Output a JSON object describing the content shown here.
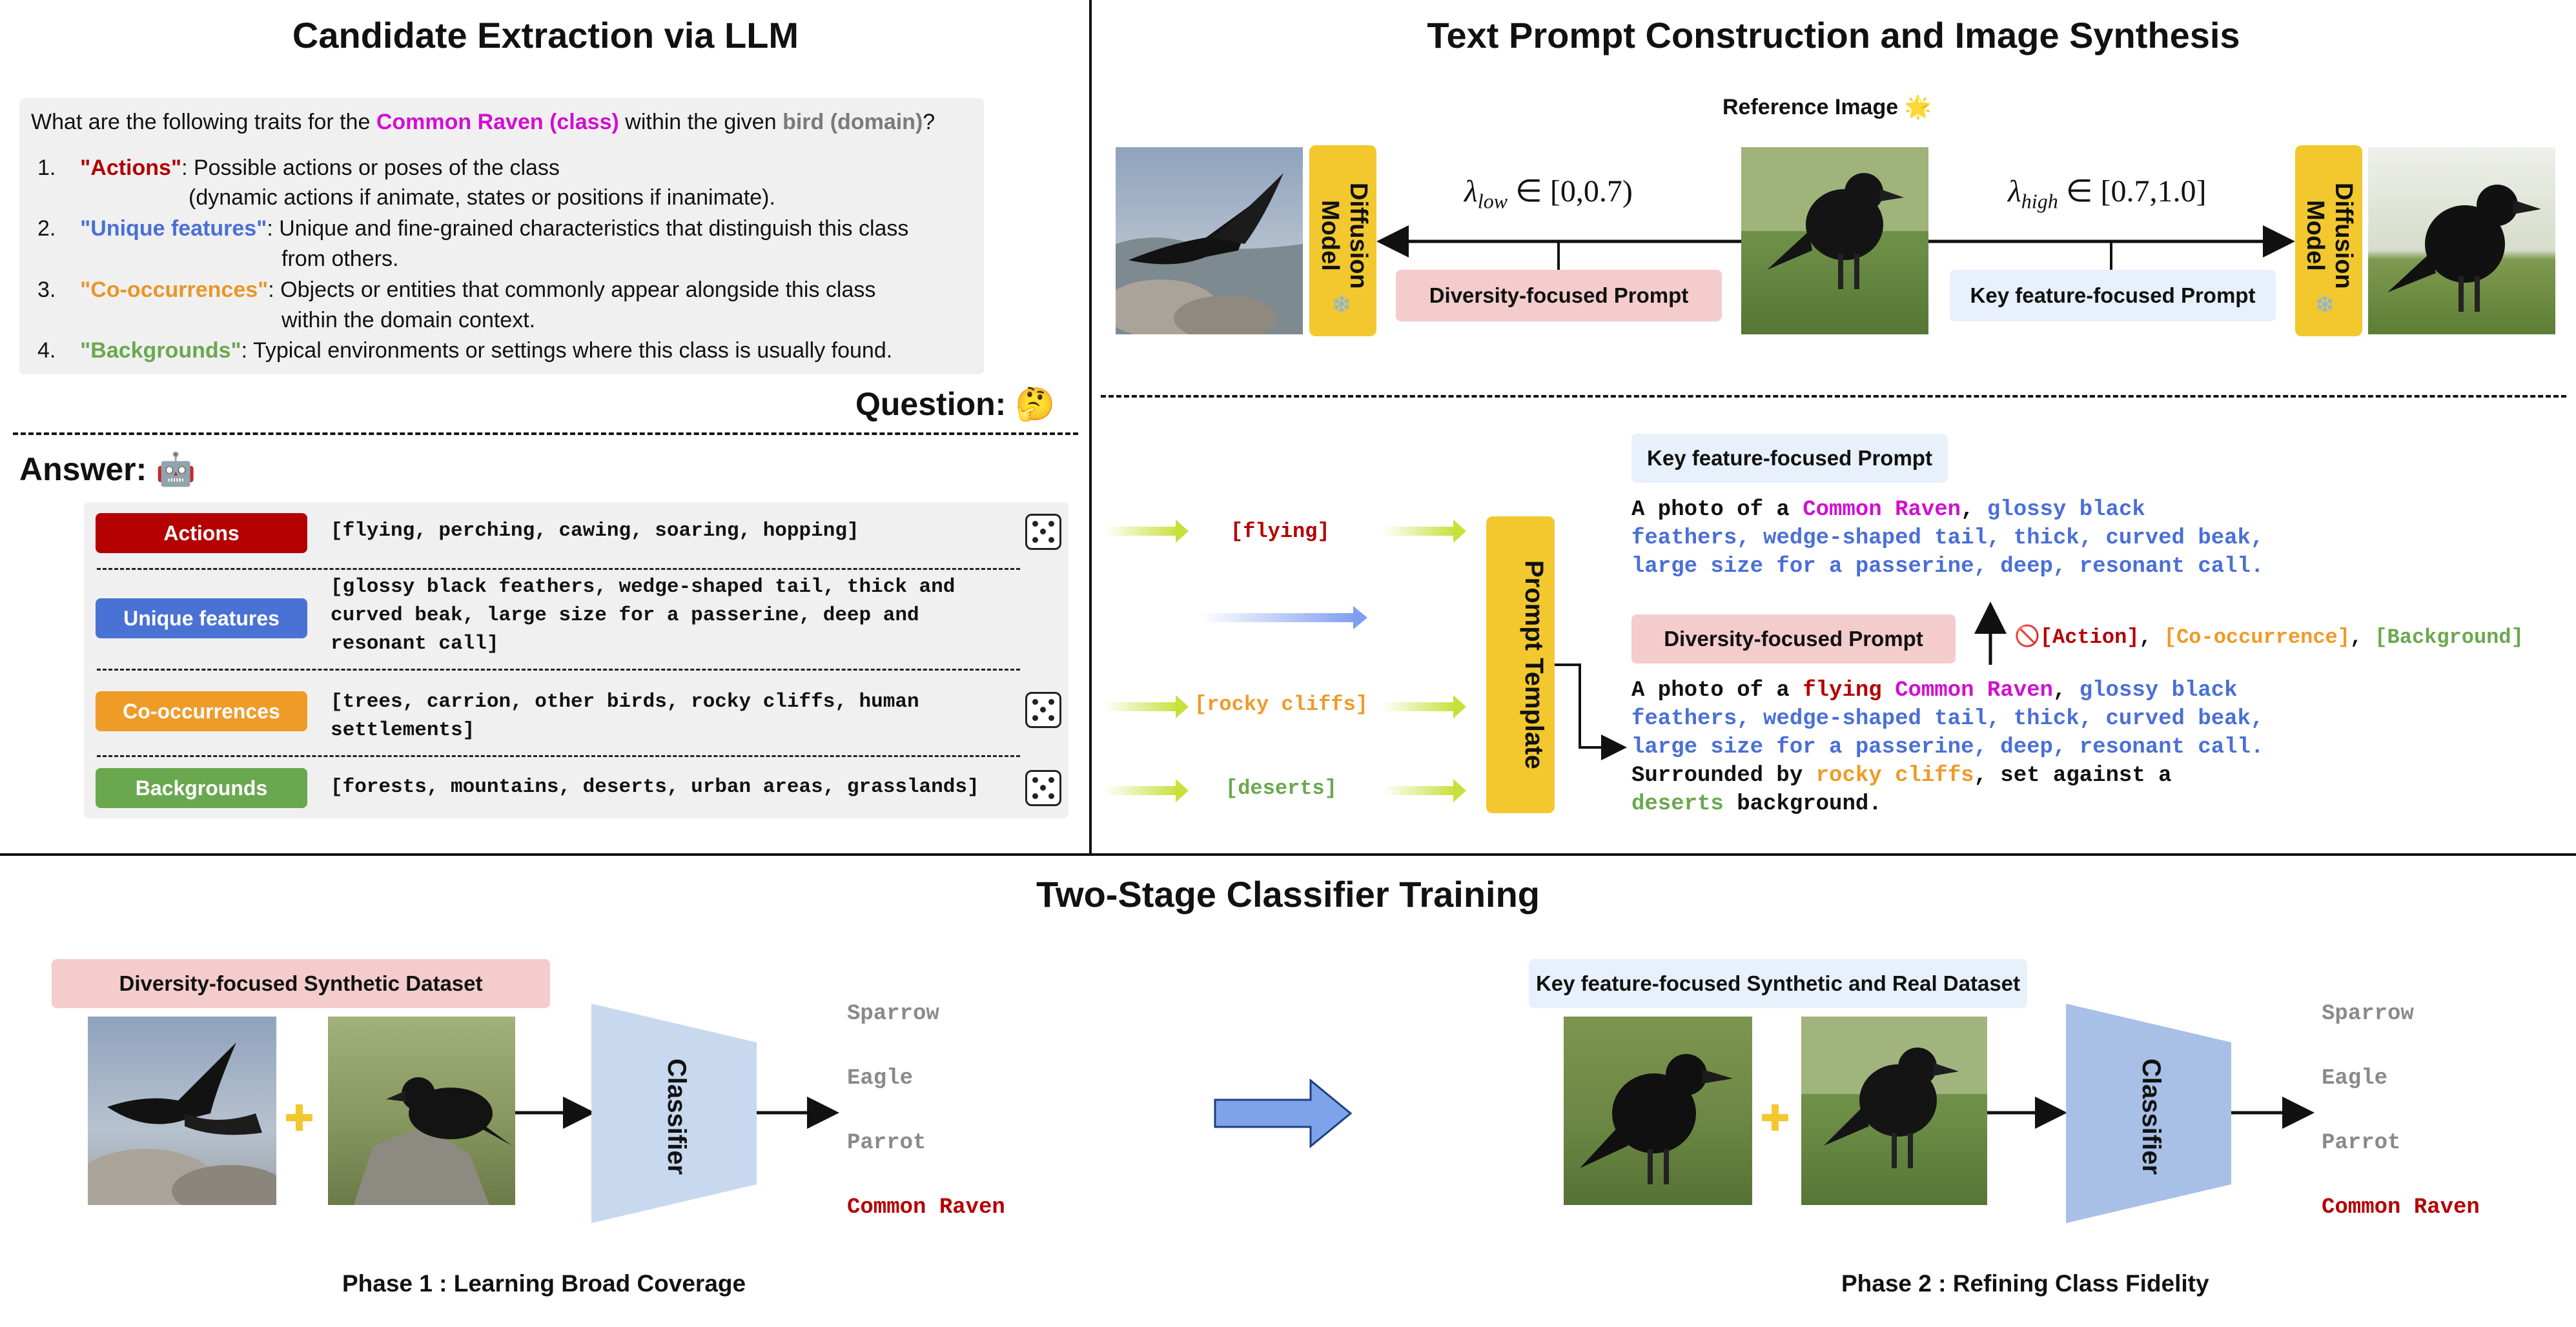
{
  "sections": {
    "candidate_title": "Candidate Extraction via LLM",
    "synthesis_title": "Text Prompt Construction and Image Synthesis",
    "training_title": "Two-Stage Classifier Training"
  },
  "question": {
    "prefix": "What are the following traits for the ",
    "cls": "Common Raven (class)",
    "middle": " within the given ",
    "domain": "bird (domain)",
    "suffix": "?",
    "items": [
      {
        "num": "1.",
        "key": "\"Actions\"",
        "text": ": Possible actions or poses of the class",
        "cont": "(dynamic actions if animate, states or positions if inanimate)."
      },
      {
        "num": "2.",
        "key": "\"Unique features\"",
        "text": ": Unique and fine-grained characteristics that distinguish this class",
        "cont": "from others."
      },
      {
        "num": "3.",
        "key": "\"Co-occurrences\"",
        "text": ": Objects or entities that commonly appear alongside this class",
        "cont": "within the domain context."
      },
      {
        "num": "4.",
        "key": "\"Backgrounds\"",
        "text": ": Typical environments or settings where this class is usually found.",
        "cont": ""
      }
    ],
    "question_label": "Question:",
    "question_emoji": "🤔"
  },
  "answer": {
    "label": "Answer:",
    "emoji": "🤖",
    "rows": [
      {
        "pill": "Actions",
        "text": "[flying, perching, cawing, soaring, hopping]",
        "color": "#b40000"
      },
      {
        "pill": "Unique features",
        "text": "[glossy black feathers, wedge-shaped tail, thick and\ncurved beak, large size for a passerine, deep and\nresonant call]",
        "color": "#4a72d4"
      },
      {
        "pill": "Co-occurrences",
        "text": "[trees, carrion, other birds, rocky cliffs, human\nsettlements]",
        "color": "#ee9b28"
      },
      {
        "pill": "Backgrounds",
        "text": "[forests, mountains, deserts, urban areas, grasslands]",
        "color": "#6aa84f"
      }
    ]
  },
  "synthesis": {
    "reference_label": "Reference Image",
    "reference_emoji": "🌟",
    "lambda_low": "∈ [0,0.7)",
    "lambda_high": "∈ [0.7,1.0]",
    "lambda_low_sym": "λ",
    "lambda_low_sub": "low",
    "lambda_high_sub": "high",
    "diffusion_label": "Diffusion Model",
    "snow": "❄",
    "diversity_prompt": "Diversity-focused Prompt",
    "key_prompt": "Key feature-focused Prompt"
  },
  "template": {
    "picked": [
      "[flying]",
      "[rocky cliffs]",
      "[deserts]"
    ],
    "box_label": "Prompt Template",
    "key_prompt_label": "Key feature-focused Prompt",
    "key_prompt_text": {
      "p1": "A photo of a ",
      "cls": "Common Raven",
      "p2": ", ",
      "f1": "glossy black",
      "f2": "feathers, wedge-shaped tail, thick, curved beak,",
      "f3": "large size for a passerine, deep, resonant call."
    },
    "diversity_prompt_label": "Diversity-focused Prompt",
    "excluded": {
      "icon": "🚫",
      "action": "[Action]",
      "sep1": ", ",
      "cooc": "[Co-occurrence]",
      "sep2": ", ",
      "bg": "[Background]"
    },
    "div_prompt_text": {
      "p1": "A photo of a ",
      "action": "flying",
      "sp": " ",
      "cls": "Common Raven",
      "p2": ", ",
      "f1": "glossy black",
      "f2": "feathers, wedge-shaped tail, thick, curved beak,",
      "f3": "large size for a passerine, deep, resonant call.",
      "s1": "Surrounded by ",
      "cooc": "rocky cliffs",
      "s2": ", set against a",
      "bg": "deserts",
      "s3": " background."
    }
  },
  "training": {
    "phase1_dataset": "Diversity-focused  Synthetic Dataset",
    "phase2_dataset": "Key feature-focused Synthetic and Real Dataset",
    "classifier": "Classifier",
    "plus": "✚",
    "classes": [
      "Sparrow",
      "Eagle",
      "Parrot",
      "Common Raven"
    ],
    "phase1_caption": "Phase 1 : Learning  Broad Coverage",
    "phase2_caption": "Phase 2 : Refining Class Fidelity"
  }
}
